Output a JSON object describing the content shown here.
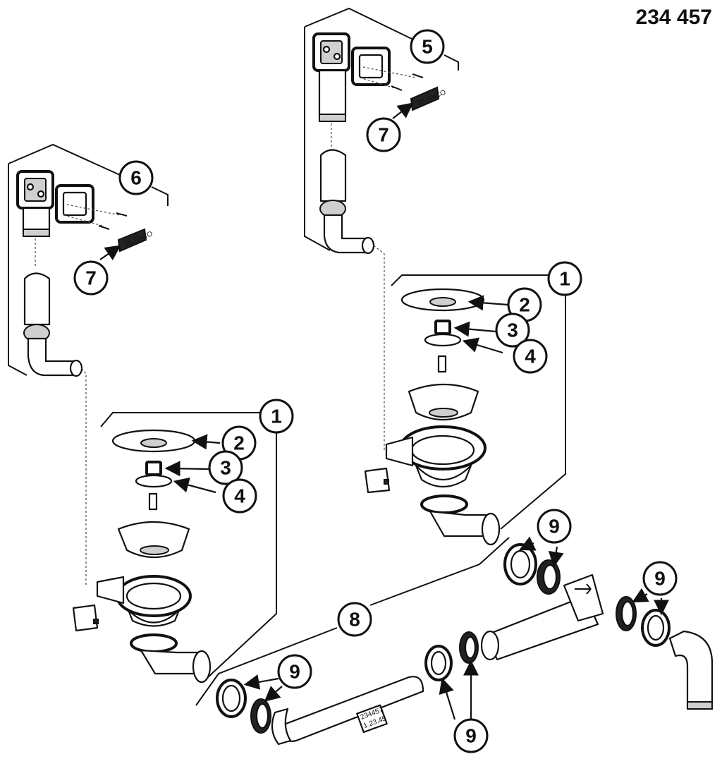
{
  "part_number": "234 457",
  "pipe_label_line1": "234457",
  "pipe_label_line2": "1.23.45",
  "callouts": [
    {
      "id": "c1a",
      "text": "1"
    },
    {
      "id": "c1b",
      "text": "1"
    },
    {
      "id": "c2a",
      "text": "2"
    },
    {
      "id": "c2b",
      "text": "2"
    },
    {
      "id": "c3a",
      "text": "3"
    },
    {
      "id": "c3b",
      "text": "3"
    },
    {
      "id": "c4a",
      "text": "4"
    },
    {
      "id": "c4b",
      "text": "4"
    },
    {
      "id": "c5",
      "text": "5"
    },
    {
      "id": "c6",
      "text": "6"
    },
    {
      "id": "c7a",
      "text": "7"
    },
    {
      "id": "c7b",
      "text": "7"
    },
    {
      "id": "c8",
      "text": "8"
    },
    {
      "id": "c9a",
      "text": "9"
    },
    {
      "id": "c9b",
      "text": "9"
    },
    {
      "id": "c9c",
      "text": "9"
    },
    {
      "id": "c9d",
      "text": "9"
    }
  ]
}
